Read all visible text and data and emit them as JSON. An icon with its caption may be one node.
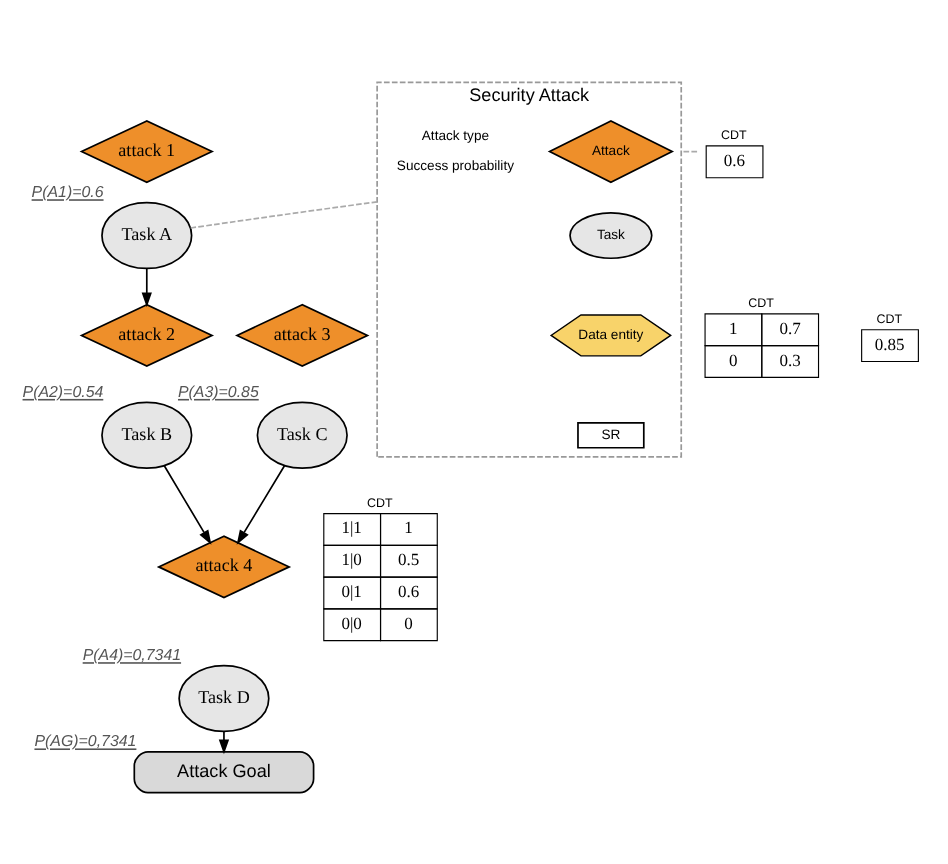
{
  "diagram": {
    "nodes": [
      {
        "text": [
          "attack 1"
        ]
      },
      {
        "text": [
          "Task A"
        ],
        "beside": [
          "P(A1)=0.6"
        ]
      },
      {
        "text": [
          "CDT",
          "0.6"
        ]
      },
      {
        "text": [
          "attack 2"
        ]
      },
      {
        "text": [
          "Task B"
        ],
        "beside": [
          "P(A2)=0.54"
        ]
      },
      {
        "text": [
          "CDT",
          "1",
          "0.7",
          "0",
          "0.3"
        ]
      },
      {
        "text": [
          "attack 3"
        ]
      },
      {
        "text": [
          "Task C"
        ],
        "beside": [
          "P(A3)=0.85"
        ]
      },
      {
        "text": [
          "CDT",
          "0.85"
        ]
      },
      {
        "text": [
          "attack 4"
        ]
      },
      {
        "text": [
          "Task D"
        ],
        "beside": [
          "P(A4)=0,7341"
        ]
      },
      {
        "text": [
          "CDT",
          "1|1",
          "1",
          "1|0",
          "0.5",
          "0|1",
          "0.6",
          "0|0",
          "0"
        ]
      },
      {
        "text": [
          "Attack Goal"
        ],
        "beside": [
          "P(AG)=0,7341"
        ]
      },
      {
        "text": [
          "Security Attack"
        ]
      },
      {
        "text": [
          "Attack"
        ],
        "in": 13
      },
      {
        "text": [
          "Task"
        ],
        "in": 13
      },
      {
        "text": [
          "Data entity"
        ],
        "in": 13
      },
      {
        "text": [
          "SR"
        ],
        "in": 13
      }
    ],
    "edges": [
      {
        "from": 1,
        "to": 3,
        "arrow": "to"
      },
      {
        "from": 4,
        "to": 9,
        "arrow": "to"
      },
      {
        "from": 7,
        "to": 9,
        "arrow": "to"
      },
      {
        "from": 10,
        "to": 12,
        "arrow": "to"
      },
      {
        "from": 2,
        "to": 13,
        "arrow": "none",
        "style": "dashed",
        "color": "#aaaaaa"
      },
      {
        "from": 1,
        "to": 13,
        "arrow": "none",
        "style": "dashed",
        "color": "#aaaaaa"
      }
    ],
    "labels": [
      "Attack type",
      "Success probability"
    ]
  }
}
